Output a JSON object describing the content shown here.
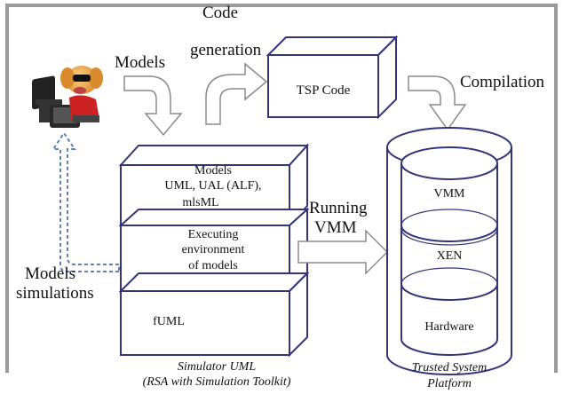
{
  "labels": {
    "models_top": "Models",
    "code_gen_1": "Code",
    "code_gen_2": "generation",
    "compilation": "Compilation",
    "tsp_code": "TSP Code",
    "layer1_l1": "Models",
    "layer1_l2": "UML, UAL (ALF),",
    "layer1_l3": "mlsML",
    "layer2_l1": "Executing",
    "layer2_l2": "environment",
    "layer2_l3": "of models",
    "layer3": "fUML",
    "simulator_l1": "Simulator UML",
    "simulator_l2": "(RSA with Simulation Toolkit)",
    "running_l1": "Running",
    "running_l2": "VMM",
    "models_sim_1": "Models",
    "models_sim_2": "simulations",
    "vmm": "VMM",
    "xen": "XEN",
    "hardware": "Hardware",
    "tsp_l1": "Trusted System",
    "tsp_l2": "Platform"
  },
  "colors": {
    "box_stroke": "#34347a",
    "arrow_stroke": "#8a8a8a",
    "dashed_arrow": "#5f7dbf",
    "border": "#9a9a9a"
  },
  "icons": {
    "user": "person-at-computer-icon"
  }
}
